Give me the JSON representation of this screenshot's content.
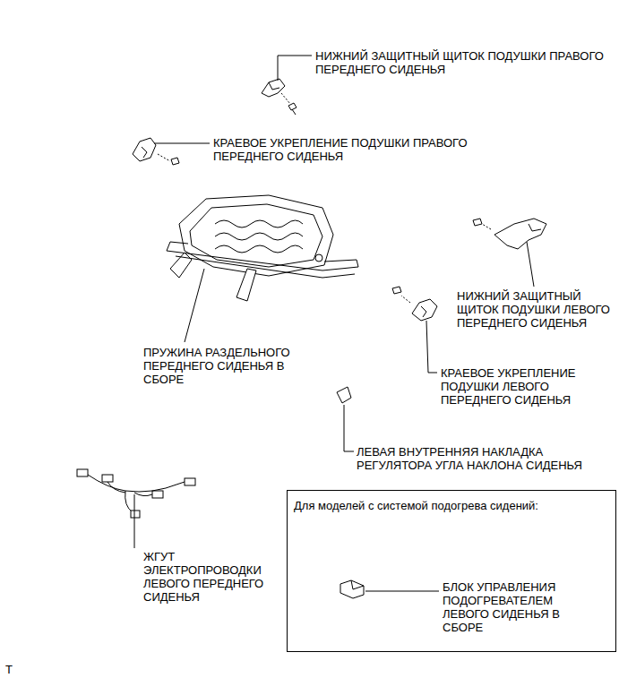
{
  "diagram": {
    "nodes": [
      {
        "text": [
          "Для моделей с системой подогрева сидений:",
          "БЛОК УПРАВЛЕНИЯ ПОДОГРЕВАТЕЛЕМ ЛЕВОГО СИДЕНЬЯ В СБОРЕ"
        ]
      }
    ],
    "labels": [
      "НИЖНИЙ ЗАЩИТНЫЙ ЩИТОК ПОДУШКИ ПРАВОГО ПЕРЕДНЕГО СИДЕНЬЯ",
      "КРАЕВОЕ УКРЕПЛЕНИЕ ПОДУШКИ ПРАВОГО ПЕРЕДНЕГО СИДЕНЬЯ",
      "ПРУЖИНА РАЗДЕЛЬНОГО ПЕРЕДНЕГО СИДЕНЬЯ В СБОРЕ",
      "НИЖНИЙ ЗАЩИТНЫЙ ЩИТОК ПОДУШКИ ЛЕВОГО ПЕРЕДНЕГО СИДЕНЬЯ",
      "КРАЕВОЕ УКРЕПЛЕНИЕ ПОДУШКИ ЛЕВОГО ПЕРЕДНЕГО СИДЕНЬЯ",
      "ЛЕВАЯ ВНУТРЕННЯЯ НАКЛАДКА РЕГУЛЯТОРА УГЛА НАКЛОНА СИДЕНЬЯ",
      "ЖГУТ ЭЛЕКТРОПРОВОДКИ ЛЕВОГО ПЕРЕДНЕГО СИДЕНЬЯ",
      "T"
    ]
  }
}
